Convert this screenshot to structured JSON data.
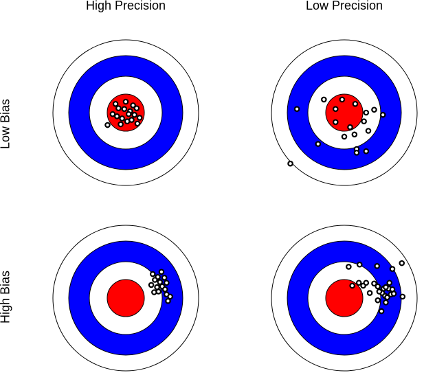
{
  "column_titles": [
    "High Precision",
    "Low Precision"
  ],
  "row_labels": [
    "Low Bias",
    "High Bias"
  ],
  "colors": {
    "outer_ring": "#ffffff",
    "middle_ring": "#0000ff",
    "inner_ring": "#ffffff",
    "bullseye": "#ff0000",
    "outline": "#000000",
    "shot_fill": "#ffffff",
    "shot_stroke": "#000000"
  },
  "targets": [
    {
      "id": "low-bias-high-precision",
      "row": 0,
      "col": 0,
      "shots": [
        [
          -0.25,
          0.17
        ],
        [
          -0.12,
          0.05
        ],
        [
          -0.05,
          0.08
        ],
        [
          0.02,
          0.12
        ],
        [
          0.08,
          0.1
        ],
        [
          0.12,
          0.03
        ],
        [
          0.06,
          -0.02
        ],
        [
          -0.02,
          -0.05
        ],
        [
          -0.1,
          -0.06
        ],
        [
          0.0,
          -0.15
        ],
        [
          -0.07,
          0.16
        ],
        [
          0.04,
          0.02
        ],
        [
          0.15,
          -0.06
        ],
        [
          0.19,
          0.07
        ],
        [
          0.16,
          0.15
        ],
        [
          -0.18,
          0.02
        ],
        [
          0.1,
          -0.1
        ],
        [
          -0.14,
          -0.12
        ]
      ]
    },
    {
      "id": "low-bias-low-precision",
      "row": 0,
      "col": 1,
      "shots": [
        [
          -0.65,
          -0.05
        ],
        [
          -0.36,
          0.43
        ],
        [
          -0.74,
          0.7
        ],
        [
          -0.28,
          -0.18
        ],
        [
          -0.12,
          -0.05
        ],
        [
          0.15,
          -0.12
        ],
        [
          -0.03,
          -0.18
        ],
        [
          -0.12,
          0.13
        ],
        [
          0.08,
          0.2
        ],
        [
          0.14,
          0.3
        ],
        [
          0.17,
          0.5
        ],
        [
          0.0,
          0.33
        ],
        [
          0.27,
          0.12
        ],
        [
          0.3,
          0.0
        ],
        [
          0.33,
          0.25
        ],
        [
          0.41,
          -0.04
        ],
        [
          0.53,
          0.03
        ],
        [
          0.3,
          0.53
        ],
        [
          0.17,
          0.55
        ]
      ]
    },
    {
      "id": "high-bias-high-precision",
      "row": 1,
      "col": 0,
      "shots": [
        [
          0.37,
          -0.33
        ],
        [
          0.44,
          -0.29
        ],
        [
          0.49,
          -0.36
        ],
        [
          0.4,
          -0.25
        ],
        [
          0.47,
          -0.22
        ],
        [
          0.53,
          -0.28
        ],
        [
          0.35,
          -0.18
        ],
        [
          0.43,
          -0.15
        ],
        [
          0.5,
          -0.16
        ],
        [
          0.56,
          -0.21
        ],
        [
          0.39,
          -0.08
        ],
        [
          0.45,
          -0.09
        ],
        [
          0.54,
          -0.12
        ],
        [
          0.56,
          -0.05
        ],
        [
          0.61,
          -0.02
        ],
        [
          0.58,
          0.04
        ]
      ]
    },
    {
      "id": "high-bias-low-precision",
      "row": 1,
      "col": 1,
      "shots": [
        [
          0.06,
          -0.43
        ],
        [
          0.21,
          -0.46
        ],
        [
          0.45,
          -0.44
        ],
        [
          0.66,
          -0.4
        ],
        [
          0.79,
          -0.48
        ],
        [
          0.11,
          -0.17
        ],
        [
          0.2,
          -0.21
        ],
        [
          0.26,
          -0.17
        ],
        [
          0.3,
          -0.21
        ],
        [
          0.41,
          -0.2
        ],
        [
          0.46,
          -0.16
        ],
        [
          0.54,
          -0.13
        ],
        [
          0.52,
          -0.07
        ],
        [
          0.56,
          -0.03
        ],
        [
          0.61,
          -0.13
        ],
        [
          0.66,
          -0.12
        ],
        [
          0.64,
          -0.05
        ],
        [
          0.59,
          -0.01
        ],
        [
          0.46,
          0.03
        ],
        [
          0.51,
          0.18
        ],
        [
          0.8,
          -0.02
        ],
        [
          0.62,
          -0.21
        ],
        [
          0.48,
          -0.09
        ],
        [
          0.57,
          0.06
        ],
        [
          0.68,
          -0.06
        ],
        [
          0.57,
          -0.15
        ],
        [
          0.35,
          -0.07
        ]
      ]
    }
  ]
}
